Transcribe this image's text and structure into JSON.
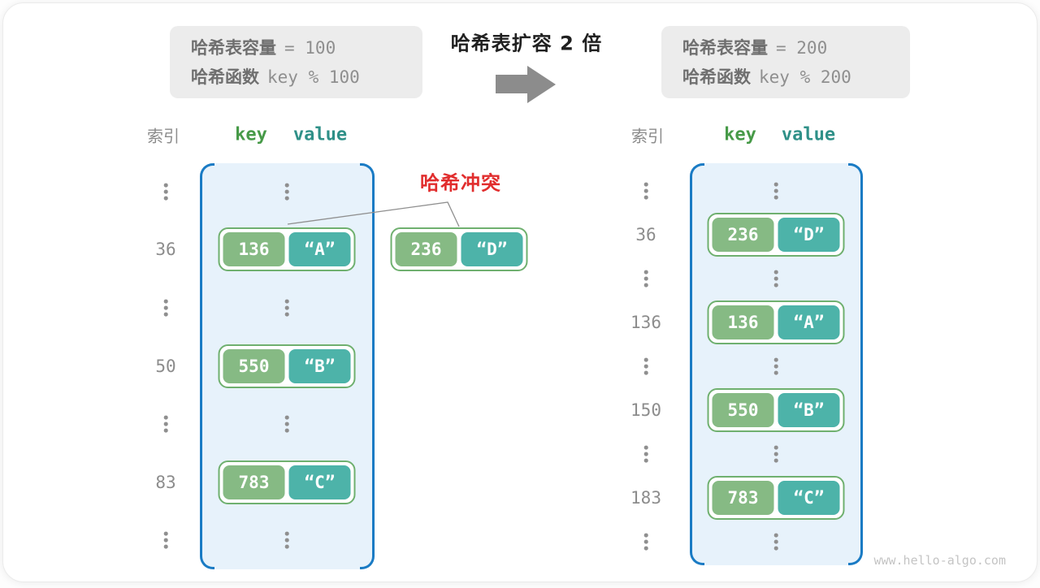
{
  "header": {
    "before_box": {
      "line1_label": "哈希表容量",
      "line1_code": "= 100",
      "line2_label": "哈希函数",
      "line2_code": "key % 100"
    },
    "after_box": {
      "line1_label": "哈希表容量",
      "line1_code": "= 200",
      "line2_label": "哈希函数",
      "line2_code": "key % 200"
    },
    "transition_title": "哈希表扩容 2 倍"
  },
  "collision": {
    "label": "哈希冲突",
    "pair": {
      "key": "236",
      "value": "“D”"
    }
  },
  "left_table": {
    "index_header": "索引",
    "key_header": "key",
    "value_header": "value",
    "rows": [
      {
        "index": "36",
        "key": "136",
        "value": "“A”"
      },
      {
        "index": "50",
        "key": "550",
        "value": "“B”"
      },
      {
        "index": "83",
        "key": "783",
        "value": "“C”"
      }
    ]
  },
  "right_table": {
    "index_header": "索引",
    "key_header": "key",
    "value_header": "value",
    "rows": [
      {
        "index": "36",
        "key": "236",
        "value": "“D”"
      },
      {
        "index": "136",
        "key": "136",
        "value": "“A”"
      },
      {
        "index": "150",
        "key": "550",
        "value": "“B”"
      },
      {
        "index": "183",
        "key": "783",
        "value": "“C”"
      }
    ]
  },
  "watermark": "www.hello-algo.com",
  "colors": {
    "accent_blue": "#1a7bc4",
    "bucket_fill": "#e7f2fb",
    "key_green": "#86ba84",
    "value_teal": "#4db3a9",
    "pair_border_green": "#6fb06f",
    "collision_red": "#e12d2d",
    "muted_gray": "#8c8c8c",
    "info_box_gray": "#ececec"
  }
}
